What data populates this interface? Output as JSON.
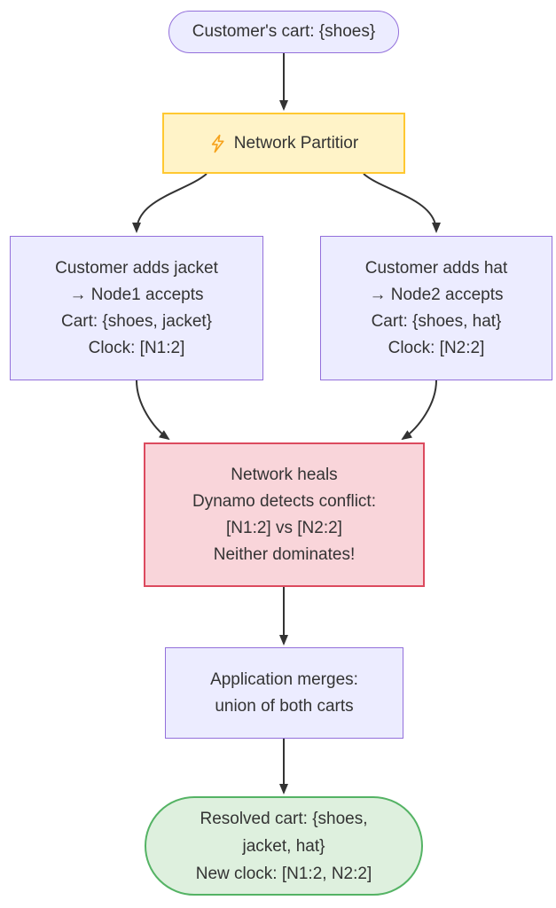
{
  "diagram": {
    "background": "#ffffff",
    "text_color": "#333333",
    "edge_color": "#333333",
    "nodes": {
      "start": {
        "label": "Customer's cart: {shoes}",
        "fill": "#ECECFF",
        "border": "#9370DB"
      },
      "partition": {
        "icon": "lightning-bolt",
        "icon_color": "#F6A21C",
        "label": "Network Partitior",
        "fill": "#FFF3C8",
        "border": "#FFC831"
      },
      "node1": {
        "lines": [
          "Customer adds jacket",
          "→ Node1 accepts",
          "Cart: {shoes, jacket}",
          "Clock: [N1:2]"
        ],
        "fill": "#ECECFF",
        "border": "#9370DB"
      },
      "node2": {
        "lines": [
          "Customer adds hat",
          "→ Node2 accepts",
          "Cart: {shoes, hat}",
          "Clock: [N2:2]"
        ],
        "fill": "#ECECFF",
        "border": "#9370DB"
      },
      "conflict": {
        "lines": [
          "Network heals",
          "Dynamo detects conflict:",
          "[N1:2] vs [N2:2]",
          "Neither dominates!"
        ],
        "fill": "#F9D5DA",
        "border": "#DC4A5E"
      },
      "merge": {
        "lines": [
          "Application merges:",
          "union of both carts"
        ],
        "fill": "#ECECFF",
        "border": "#9370DB"
      },
      "resolved": {
        "lines": [
          "Resolved cart: {shoes,",
          "jacket, hat}",
          "New clock: [N1:2, N2:2]"
        ],
        "fill": "#DEF0DE",
        "border": "#54B364"
      }
    },
    "edges": [
      {
        "from": "start",
        "to": "partition"
      },
      {
        "from": "partition",
        "to": "node1"
      },
      {
        "from": "partition",
        "to": "node2"
      },
      {
        "from": "node1",
        "to": "conflict"
      },
      {
        "from": "node2",
        "to": "conflict"
      },
      {
        "from": "conflict",
        "to": "merge"
      },
      {
        "from": "merge",
        "to": "resolved"
      }
    ]
  }
}
